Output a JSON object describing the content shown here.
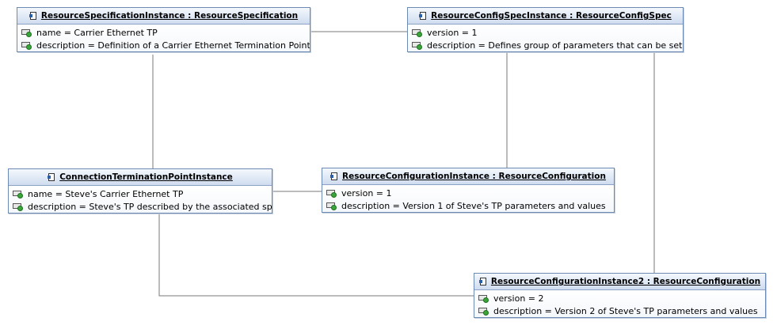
{
  "diagram": {
    "nodes": [
      {
        "id": "rsi",
        "title": "ResourceSpecificationInstance : ResourceSpecification",
        "attributes": [
          {
            "text": "name = Carrier Ethernet TP"
          },
          {
            "text": "description = Definition of a Carrier Ethernet Termination Point"
          }
        ]
      },
      {
        "id": "rcsi",
        "title": "ResourceConfigSpecInstance : ResourceConfigSpec",
        "attributes": [
          {
            "text": "version = 1"
          },
          {
            "text": "description = Defines group of parameters that can be set"
          }
        ]
      },
      {
        "id": "ctpi",
        "title": "ConnectionTerminationPointInstance",
        "attributes": [
          {
            "text": "name = Steve's Carrier Ethernet TP"
          },
          {
            "text": "description = Steve's TP described by the associated spec"
          }
        ]
      },
      {
        "id": "rci",
        "title": "ResourceConfigurationInstance : ResourceConfiguration",
        "attributes": [
          {
            "text": "version = 1"
          },
          {
            "text": "description = Version 1 of Steve's TP parameters and values"
          }
        ]
      },
      {
        "id": "rci2",
        "title": "ResourceConfigurationInstance2 : ResourceConfiguration",
        "attributes": [
          {
            "text": "version = 2"
          },
          {
            "text": "description = Version 2 of Steve's TP parameters and values"
          }
        ]
      }
    ]
  }
}
